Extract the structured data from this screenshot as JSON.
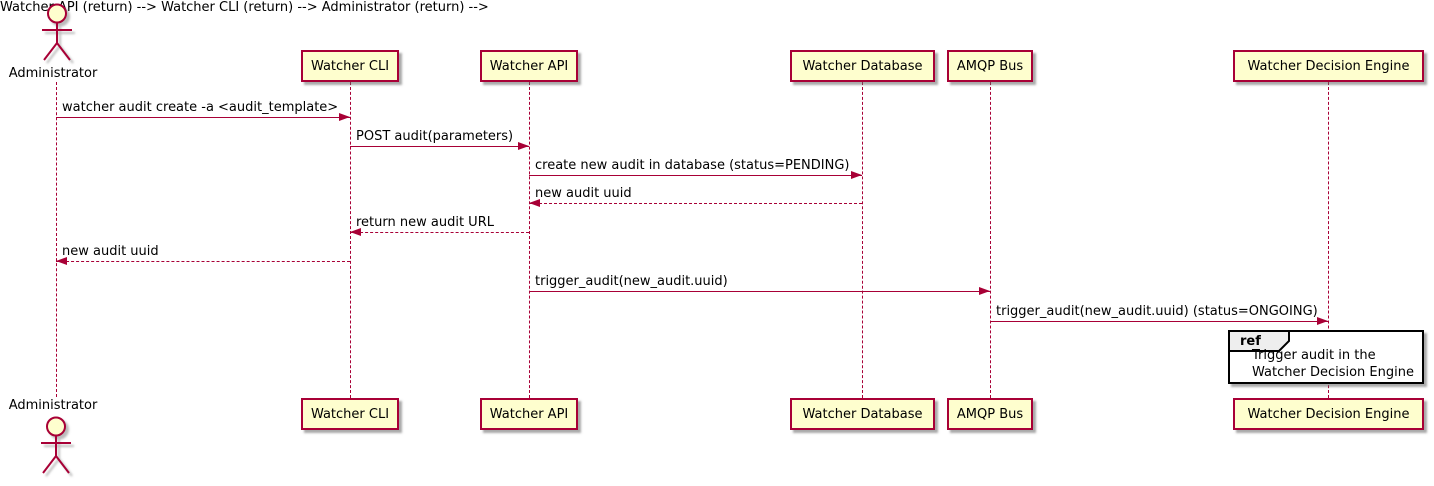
{
  "diagram_type": "sequence",
  "colors": {
    "accent": "#A80036",
    "participant_fill": "#FEFECE",
    "ref_tab_fill": "#EEEEEE",
    "ref_body_fill": "#FFFFFF",
    "ref_border": "#000000",
    "text": "#000000",
    "background": "#FFFFFF"
  },
  "actors": {
    "top_label": "Administrator",
    "bottom_label": "Administrator"
  },
  "participants": [
    {
      "label": "Watcher CLI"
    },
    {
      "label": "Watcher API"
    },
    {
      "label": "Watcher Database"
    },
    {
      "label": "AMQP Bus"
    },
    {
      "label": "Watcher Decision Engine"
    }
  ],
  "messages": [
    {
      "text": "watcher audit create -a <audit_template>",
      "from": "Administrator",
      "to": "Watcher CLI",
      "type": "solid"
    },
    {
      "text": "POST audit(parameters)",
      "from": "Watcher CLI",
      "to": "Watcher API",
      "type": "solid"
    },
    {
      "text": "create new audit in database (status=PENDING)",
      "from": "Watcher API",
      "to": "Watcher Database",
      "type": "solid"
    },
    {
      "text": "new audit uuid",
      "from": "Watcher Database",
      "to": "Watcher API",
      "type": "dashed"
    },
    {
      "text": "return new audit URL",
      "from": "Watcher API",
      "to": "Watcher CLI",
      "type": "dashed"
    },
    {
      "text": "new audit uuid",
      "from": "Watcher CLI",
      "to": "Administrator",
      "type": "dashed"
    },
    {
      "text": "trigger_audit(new_audit.uuid)",
      "from": "Watcher API",
      "to": "AMQP Bus",
      "type": "solid"
    },
    {
      "text": "trigger_audit(new_audit.uuid) (status=ONGOING)",
      "from": "AMQP Bus",
      "to": "Watcher Decision Engine",
      "type": "solid"
    }
  ],
  "ref_frame": {
    "keyword": "ref",
    "line1": "Trigger audit in the",
    "line2": "Watcher Decision Engine"
  }
}
